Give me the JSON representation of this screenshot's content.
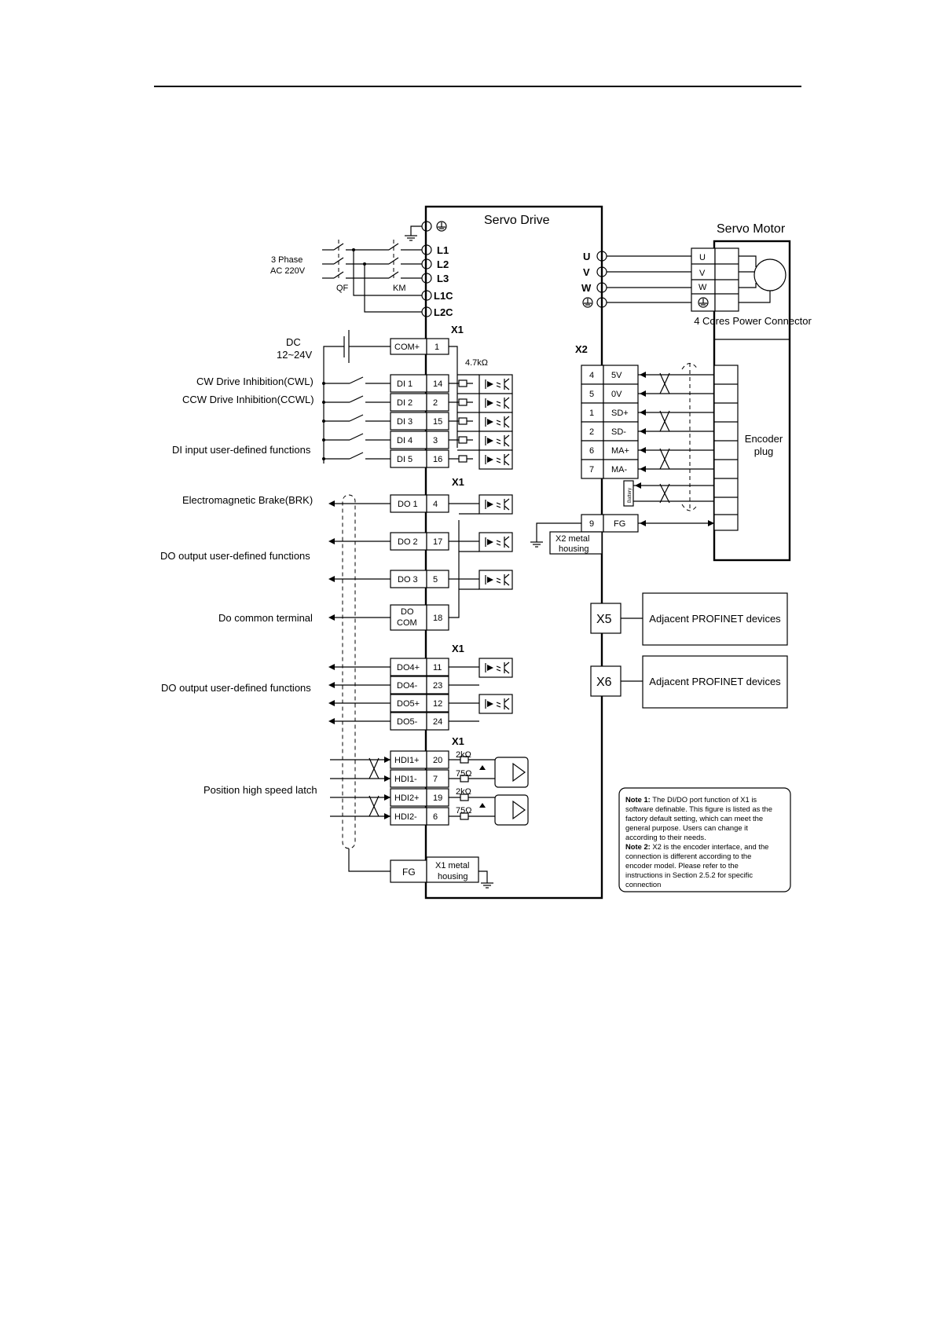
{
  "header": {
    "rule": true
  },
  "drive": {
    "title": "Servo Drive",
    "ground_symbol": "ground-icon",
    "power_terminals": [
      "L1",
      "L2",
      "L3",
      "L1C",
      "L2C"
    ],
    "motor_terminals": [
      "U",
      "V",
      "W"
    ],
    "x1": "X1",
    "x2": "X2",
    "x5": "X5",
    "x6": "X6"
  },
  "supply": {
    "phase_label": "3 Phase",
    "voltage_label": "AC 220V",
    "breaker_label": "QF",
    "contactor_label": "KM"
  },
  "motor": {
    "title": "Servo Motor",
    "terminals": [
      "U",
      "V",
      "W"
    ],
    "power_connector": "4 Cores Power Connector",
    "encoder_plug": "Encoder plug"
  },
  "dc_supply": {
    "line1": "DC",
    "line2": "12~24V"
  },
  "resistors": {
    "di": "4.7kΩ",
    "hdi_a": "2kΩ",
    "hdi_b": "75Ω"
  },
  "di": {
    "com_label": "COM+",
    "com_pin": "1",
    "rows": [
      {
        "name": "DI 1",
        "pin": "14"
      },
      {
        "name": "DI 2",
        "pin": "2"
      },
      {
        "name": "DI 3",
        "pin": "15"
      },
      {
        "name": "DI 4",
        "pin": "3"
      },
      {
        "name": "DI 5",
        "pin": "16"
      }
    ],
    "labels": [
      "CW Drive Inhibition(CWL)",
      "CCW Drive Inhibition(CCWL)",
      "DI input user-defined functions"
    ]
  },
  "do": {
    "rows": [
      {
        "name": "DO 1",
        "pin": "4"
      },
      {
        "name": "DO 2",
        "pin": "17"
      },
      {
        "name": "DO 3",
        "pin": "5"
      }
    ],
    "com_label_1": "DO",
    "com_label_2": "COM",
    "com_pin": "18",
    "labels": [
      "Electromagnetic Brake(BRK)",
      "DO output user-defined functions",
      "Do common terminal"
    ]
  },
  "do2": {
    "rows": [
      {
        "name": "DO4+",
        "pin": "11"
      },
      {
        "name": "DO4-",
        "pin": "23"
      },
      {
        "name": "DO5+",
        "pin": "12"
      },
      {
        "name": "DO5-",
        "pin": "24"
      }
    ],
    "label": "DO output user-defined functions"
  },
  "hdi": {
    "rows": [
      {
        "name": "HDI1+",
        "pin": "20"
      },
      {
        "name": "HDI1-",
        "pin": "7"
      },
      {
        "name": "HDI2+",
        "pin": "19"
      },
      {
        "name": "HDI2-",
        "pin": "6"
      }
    ],
    "label": "Position high speed latch",
    "fg": "FG",
    "housing_1": "X1 metal",
    "housing_2": "housing"
  },
  "encoder": {
    "rows": [
      {
        "pin": "4",
        "name": "5V"
      },
      {
        "pin": "5",
        "name": "0V"
      },
      {
        "pin": "1",
        "name": "SD+"
      },
      {
        "pin": "2",
        "name": "SD-"
      },
      {
        "pin": "6",
        "name": "MA+"
      },
      {
        "pin": "7",
        "name": "MA-"
      }
    ],
    "fg_pin": "9",
    "fg_name": "FG",
    "housing_1": "X2 metal",
    "housing_2": "housing",
    "battery": "Battery"
  },
  "profinet": {
    "x5_label": "Adjacent PROFINET devices",
    "x6_label": "Adjacent PROFINET devices"
  },
  "note": {
    "title1": "Note 1:",
    "lines1": [
      " The DI/DO port function of X1 is",
      "software definable. This figure is listed as the",
      "factory default setting, which can meet the",
      "general purpose. Users can change it",
      "according to their needs."
    ],
    "title2": "Note 2:",
    "lines2": [
      " X2 is the encoder interface, and the",
      "connection is different according to the",
      "encoder model. Please refer to the",
      "instructions in Section 2.5.2 for specific",
      "connection"
    ]
  }
}
